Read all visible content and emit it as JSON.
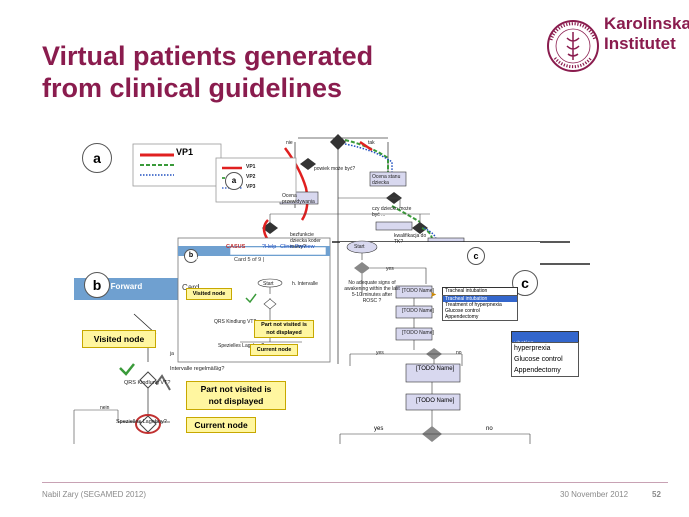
{
  "slide": {
    "title_line1": "Virtual patients generated",
    "title_line2": "from clinical guidelines",
    "footer_left": "Nabil Zary (SEGAMED  2012)",
    "footer_date": "30 November 2012",
    "footer_page": "52",
    "logo": {
      "name_line1": "Karolinska",
      "name_line2": "Institutet",
      "seal_text": "KAROLINSKA INSTITUTET",
      "seal_year": "ANNO 1810",
      "color": "#8a1c4e"
    }
  },
  "panel_a": {
    "label": "a",
    "legend": [
      "VP1",
      "VP2",
      "VP3"
    ],
    "legend_colors": [
      "#e02020",
      "#3a9a3a",
      "#2050c0"
    ],
    "yes": "tak",
    "no": "nie",
    "nodes": [
      "powiek może być?",
      "Ocena stanu dziecka",
      "Ocena przewidywania",
      "czy dziecko może być ...",
      "bezfunkcie dziecka koder mawy?",
      "kwalifikacja do TK?"
    ]
  },
  "panel_b": {
    "label": "b",
    "toolbar_casus": "CASUS",
    "toolbar_help": "?Help",
    "toolbar_preview": "Clinic Preview",
    "toolbar_forward": "Forward",
    "card": "Card 5 of 9 |",
    "toolbar_forward_large": "e Forward",
    "card_large": "Card",
    "start": "Start",
    "node_intervalle": "h. Intervalle",
    "node_qrs": "QRS Kindlung VT?",
    "node_qrs_large": "QRS Kindlung VT?",
    "node_spez": "Spezielles Lagebuy?",
    "node_spez_large": "Spezielles Lagebuy?",
    "node_intervalle_ret": "Intervalle regelmäßig?",
    "yes": "ja",
    "no": "nein",
    "callout_visited": "Visited node",
    "callout_not_visited_1": "Part not visited is",
    "callout_not_visited_2": "not displayed",
    "callout_current": "Current node"
  },
  "panel_c": {
    "label": "c",
    "start": "Start",
    "question": "No adequate signs of awakening within the last 5-10 minutes after ROSC ?",
    "yes": "yes",
    "no": "no",
    "todo": "[TODO Name]",
    "dropdown_selected": "Tracheal intubation",
    "dropdown_options": [
      "Tracheal intubation",
      "Treatment of hyperpnexia",
      "Glucose control",
      "Appendectomy"
    ],
    "dropdown_large_options": [
      "ubation",
      "hyperprexia",
      "Glucose control",
      "Appendectomy"
    ]
  }
}
